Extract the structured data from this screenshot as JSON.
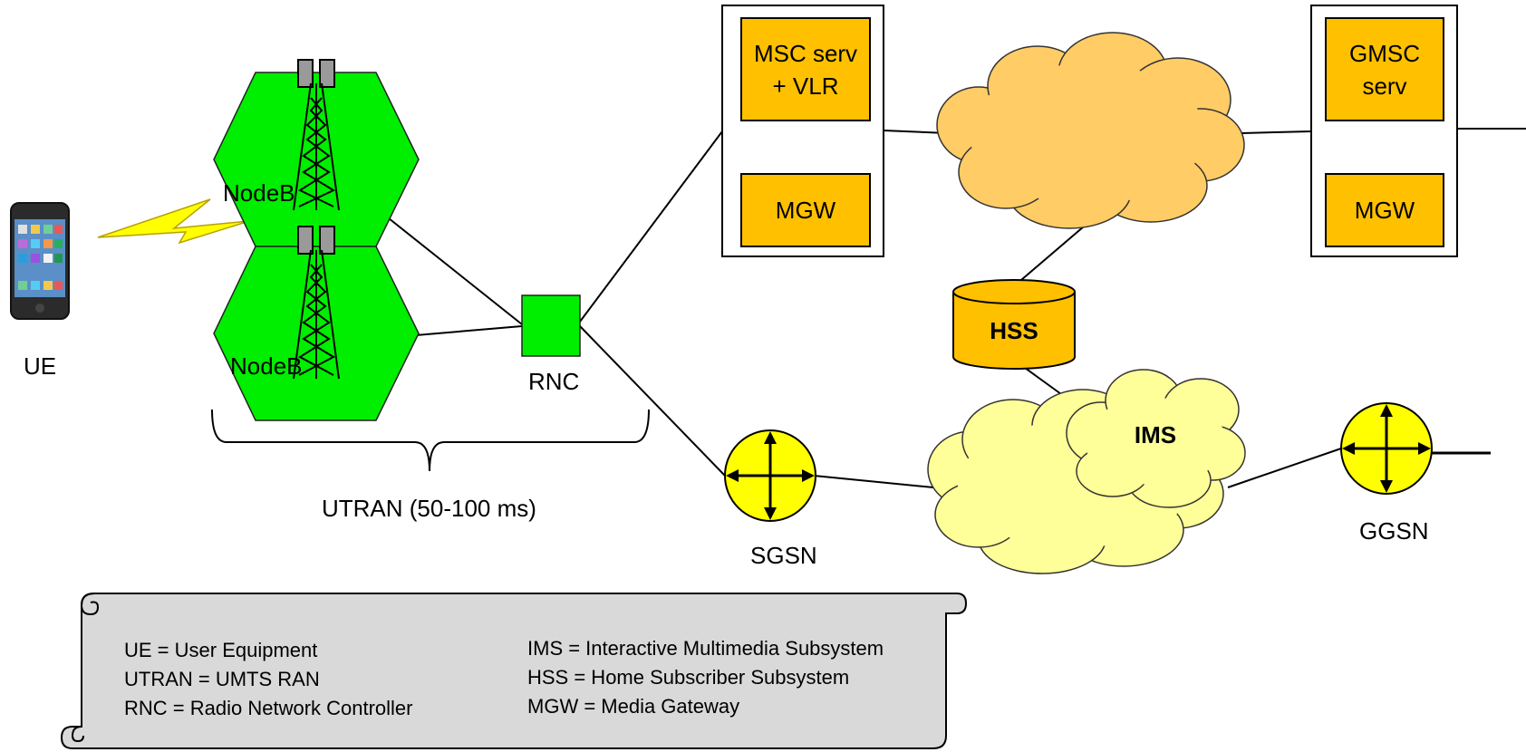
{
  "diagram": {
    "nodes": {
      "ue": {
        "label": "UE"
      },
      "nodeb_top": {
        "label": "NodeB"
      },
      "nodeb_bottom": {
        "label": "NodeB"
      },
      "rnc": {
        "label": "RNC"
      },
      "utran": {
        "label": "UTRAN (50-100 ms)"
      },
      "msc": {
        "label_line1": "MSC serv",
        "label_line2": "+ VLR"
      },
      "mgw_left": {
        "label": "MGW"
      },
      "gmsc": {
        "label_line1": "GMSC",
        "label_line2": "serv"
      },
      "mgw_right": {
        "label": "MGW"
      },
      "hss": {
        "label": "HSS"
      },
      "ims": {
        "label": "IMS"
      },
      "sgsn": {
        "label": "SGSN"
      },
      "ggsn": {
        "label": "GGSN"
      }
    },
    "legend": {
      "left": [
        "UE = User Equipment",
        "UTRAN = UMTS RAN",
        "RNC = Radio Network Controller"
      ],
      "right": [
        "IMS = Interactive Multimedia Subsystem",
        "HSS = Home Subscriber Subsystem",
        "MGW = Media Gateway"
      ]
    },
    "colors": {
      "cell_green": "#00ee00",
      "core_orange": "#ffc000",
      "circuit_cloud": "#ffcc66",
      "packet_cloud": "#ffff99",
      "router_yellow": "#ffff00",
      "lightning": "#ffff00",
      "legend_gray": "#d9d9d9"
    }
  }
}
